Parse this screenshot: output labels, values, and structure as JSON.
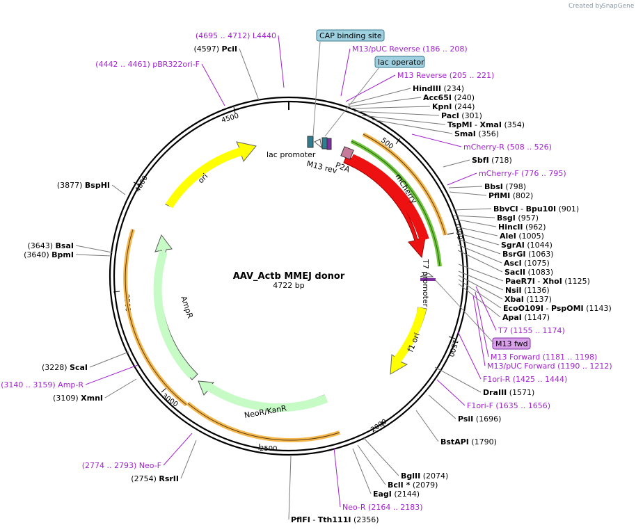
{
  "credit": {
    "prefix": "Created by",
    "brand": "SnapGene"
  },
  "plasmid": {
    "name": "AAV_Actb MMEJ donor",
    "size": "4722 bp"
  },
  "ticks": [
    "500",
    "1000",
    "1500",
    "2000",
    "2500",
    "3000",
    "3500",
    "4000",
    "4500"
  ],
  "features": {
    "mcherry": "mCherry",
    "ampr": "AmpR",
    "neokan": "NeoR/KanR",
    "ori": "ori",
    "f1ori": "f1 ori",
    "p2a": "P2A",
    "lac_promoter": "lac promoter",
    "m13rev": "M13 rev",
    "t7promoter": "T7 promoter"
  },
  "boxes": {
    "cap": "CAP binding site",
    "lacop": "lac operator",
    "m13fwd": "M13 fwd"
  },
  "right_labels": [
    {
      "type": "primer",
      "text": "M13/pUC Reverse    (186 .. 208)"
    },
    {
      "type": "primer",
      "text": "M13 Reverse    (205 .. 221)"
    },
    {
      "type": "site",
      "name": "HindIII",
      "pos": "(234)"
    },
    {
      "type": "site",
      "name": "Acc65I",
      "pos": "(240)"
    },
    {
      "type": "site",
      "name": "KpnI",
      "pos": "(244)"
    },
    {
      "type": "site",
      "name": "PacI",
      "pos": "(301)"
    },
    {
      "type": "site2",
      "name": "TspMI",
      "name2": "XmaI",
      "pos": "(354)"
    },
    {
      "type": "site",
      "name": "SmaI",
      "pos": "(356)"
    },
    {
      "type": "primer",
      "text": "mCherry-R    (508 .. 526)"
    },
    {
      "type": "site",
      "name": "SbfI",
      "pos": "(718)"
    },
    {
      "type": "primer",
      "text": "mCherry-F    (776 .. 795)"
    },
    {
      "type": "site",
      "name": "BbsI",
      "pos": "(798)"
    },
    {
      "type": "site",
      "name": "PflMI",
      "pos": "(802)"
    },
    {
      "type": "site2",
      "name": "BbvCI",
      "name2": "Bpu10I",
      "pos": "(901)"
    },
    {
      "type": "site",
      "name": "BsgI",
      "pos": "(957)"
    },
    {
      "type": "site",
      "name": "HincII",
      "pos": "(962)"
    },
    {
      "type": "site",
      "name": "AleI",
      "pos": "(1005)"
    },
    {
      "type": "site",
      "name": "SgrAI",
      "pos": "(1044)"
    },
    {
      "type": "site",
      "name": "BsrGI",
      "pos": "(1063)"
    },
    {
      "type": "site",
      "name": "AscI",
      "pos": "(1075)"
    },
    {
      "type": "site",
      "name": "SacII",
      "pos": "(1083)"
    },
    {
      "type": "site2",
      "name": "PaeR7I",
      "name2": "XhoI",
      "pos": "(1125)"
    },
    {
      "type": "site",
      "name": "NsiI",
      "pos": "(1136)"
    },
    {
      "type": "site",
      "name": "XbaI",
      "pos": "(1137)"
    },
    {
      "type": "site2",
      "name": "EcoO109I",
      "name2": "PspOMI",
      "pos": "(1143)"
    },
    {
      "type": "site",
      "name": "ApaI",
      "pos": "(1147)"
    },
    {
      "type": "primer",
      "text": "T7    (1155 .. 1174)"
    },
    {
      "type": "primer",
      "text": "M13 Forward    (1181 .. 1198)"
    },
    {
      "type": "primer",
      "text": "M13/pUC Forward    (1190 .. 1212)"
    },
    {
      "type": "primer",
      "text": "F1ori-R    (1425 .. 1444)"
    },
    {
      "type": "site",
      "name": "DraIII",
      "pos": "(1571)"
    },
    {
      "type": "primer",
      "text": "F1ori-F    (1635 .. 1656)"
    },
    {
      "type": "site",
      "name": "PsiI",
      "pos": "(1696)"
    },
    {
      "type": "site",
      "name": "BstAPI",
      "pos": "(1790)"
    },
    {
      "type": "site",
      "name": "BglII",
      "pos": "(2074)"
    },
    {
      "type": "site",
      "name": "BclI *",
      "pos": "(2079)"
    },
    {
      "type": "site",
      "name": "EagI",
      "pos": "(2144)"
    },
    {
      "type": "primer",
      "text": "Neo-R    (2164 .. 2183)"
    },
    {
      "type": "site2",
      "name": "PflFI",
      "name2": "Tth111I",
      "pos": "(2356)"
    }
  ],
  "left_labels": [
    {
      "type": "primer",
      "text": "(4695 .. 4712)   L4440"
    },
    {
      "type": "site",
      "name": "PciI",
      "pos": "(4597)"
    },
    {
      "type": "primer",
      "text": "(4442 .. 4461)   pBR322ori-F"
    },
    {
      "type": "site",
      "name": "BspHI",
      "pos": "(3877)"
    },
    {
      "type": "site",
      "name": "BsaI",
      "pos": "(3643)"
    },
    {
      "type": "site",
      "name": "BpmI",
      "pos": "(3640)"
    },
    {
      "type": "site",
      "name": "ScaI",
      "pos": "(3228)"
    },
    {
      "type": "primer",
      "text": "(3140 .. 3159)   Amp-R"
    },
    {
      "type": "site",
      "name": "XmnI",
      "pos": "(3109)"
    },
    {
      "type": "primer",
      "text": "(2774 .. 2793)   Neo-F"
    },
    {
      "type": "site",
      "name": "RsrII",
      "pos": "(2754)"
    }
  ],
  "colors": {
    "primer": "#a01fd0",
    "mcherry": "#ee1111",
    "ori": "#ffff00",
    "amp": "#c6fbc6",
    "orange": "#f4b84e",
    "green": "#6dc63c"
  }
}
